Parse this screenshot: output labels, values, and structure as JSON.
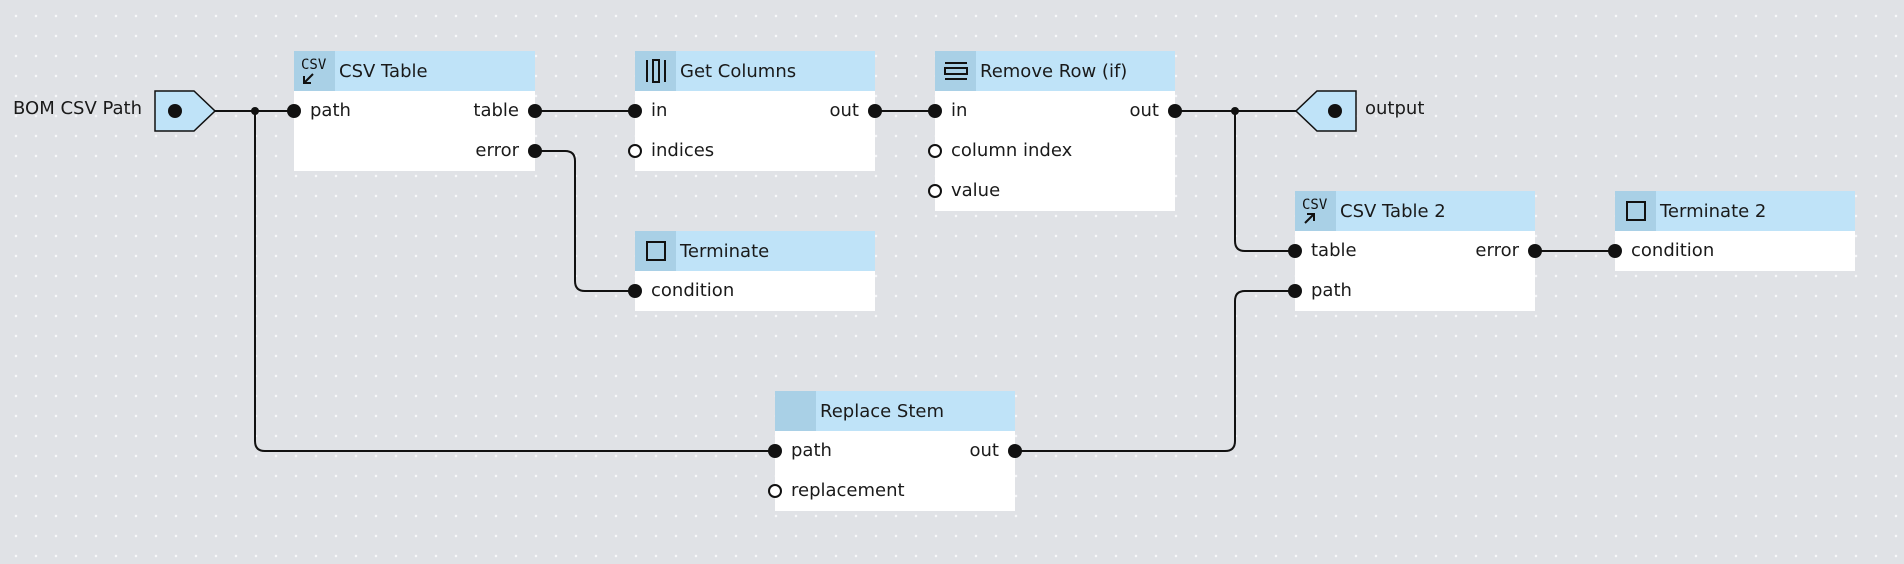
{
  "graph_input": {
    "label": "BOM CSV Path"
  },
  "graph_output": {
    "label": "output"
  },
  "nodes": {
    "csv_table": {
      "title": "CSV Table",
      "inputs": [
        "path"
      ],
      "outputs": [
        "table",
        "error"
      ]
    },
    "get_columns": {
      "title": "Get Columns",
      "inputs": [
        "in",
        "indices"
      ],
      "outputs": [
        "out"
      ]
    },
    "terminate": {
      "title": "Terminate",
      "inputs": [
        "condition"
      ]
    },
    "remove_row": {
      "title": "Remove Row (if)",
      "inputs": [
        "in",
        "column index",
        "value"
      ],
      "outputs": [
        "out"
      ]
    },
    "csv_table_2": {
      "title": "CSV Table 2",
      "inputs": [
        "table",
        "path"
      ],
      "outputs": [
        "error"
      ]
    },
    "terminate_2": {
      "title": "Terminate 2",
      "inputs": [
        "condition"
      ]
    },
    "replace_stem": {
      "title": "Replace Stem",
      "inputs": [
        "path",
        "replacement"
      ],
      "outputs": [
        "out"
      ]
    }
  },
  "colors": {
    "canvas": "#e0e2e6",
    "header": "#bfe3f8",
    "icon_bg": "#a9d0e6",
    "wire": "#111111"
  },
  "icons": {
    "csv_table": "csv-import-icon",
    "get_columns": "columns-icon",
    "remove_row": "rows-icon",
    "terminate": "square-icon",
    "csv_table_2": "csv-export-icon",
    "terminate_2": "square-icon",
    "replace_stem": "blank-icon"
  }
}
